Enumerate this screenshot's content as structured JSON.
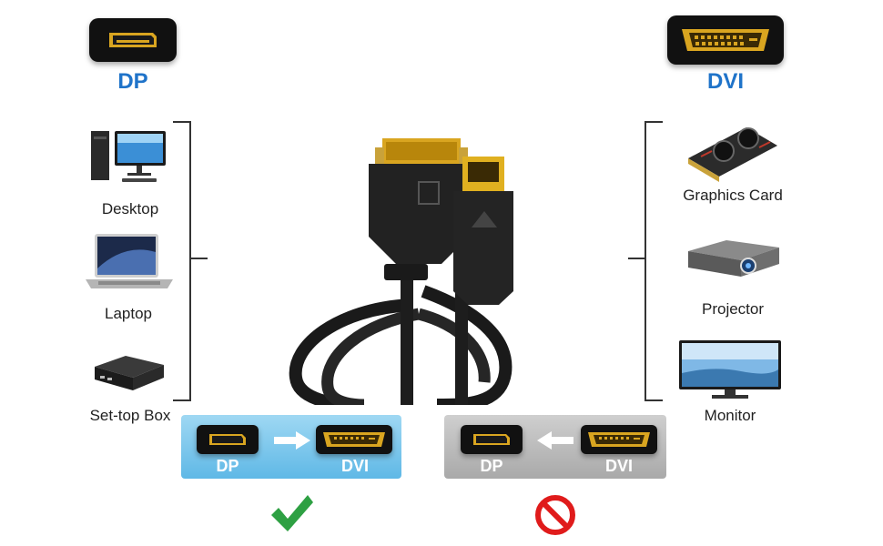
{
  "left": {
    "title": "DP",
    "devices": [
      {
        "label": "Desktop",
        "icon": "desktop-icon"
      },
      {
        "label": "Laptop",
        "icon": "laptop-icon"
      },
      {
        "label": "Set-top Box",
        "icon": "set-top-box-icon"
      }
    ]
  },
  "right": {
    "title": "DVI",
    "devices": [
      {
        "label": "Graphics Card",
        "icon": "graphics-card-icon"
      },
      {
        "label": "Projector",
        "icon": "projector-icon"
      },
      {
        "label": "Monitor",
        "icon": "monitor-icon"
      }
    ]
  },
  "directions": [
    {
      "from": "DP",
      "to": "DVI",
      "supported": true,
      "status_icon": "check-icon"
    },
    {
      "from": "DP",
      "to": "DVI",
      "supported": false,
      "status_icon": "prohibited-icon"
    }
  ],
  "colors": {
    "accent": "#1f73c9",
    "supported_box": "#8fd0f0",
    "unsupported_box": "#bdbdbd",
    "check": "#2ea043",
    "prohibited": "#e01b1b",
    "gold": "#d9a520"
  }
}
